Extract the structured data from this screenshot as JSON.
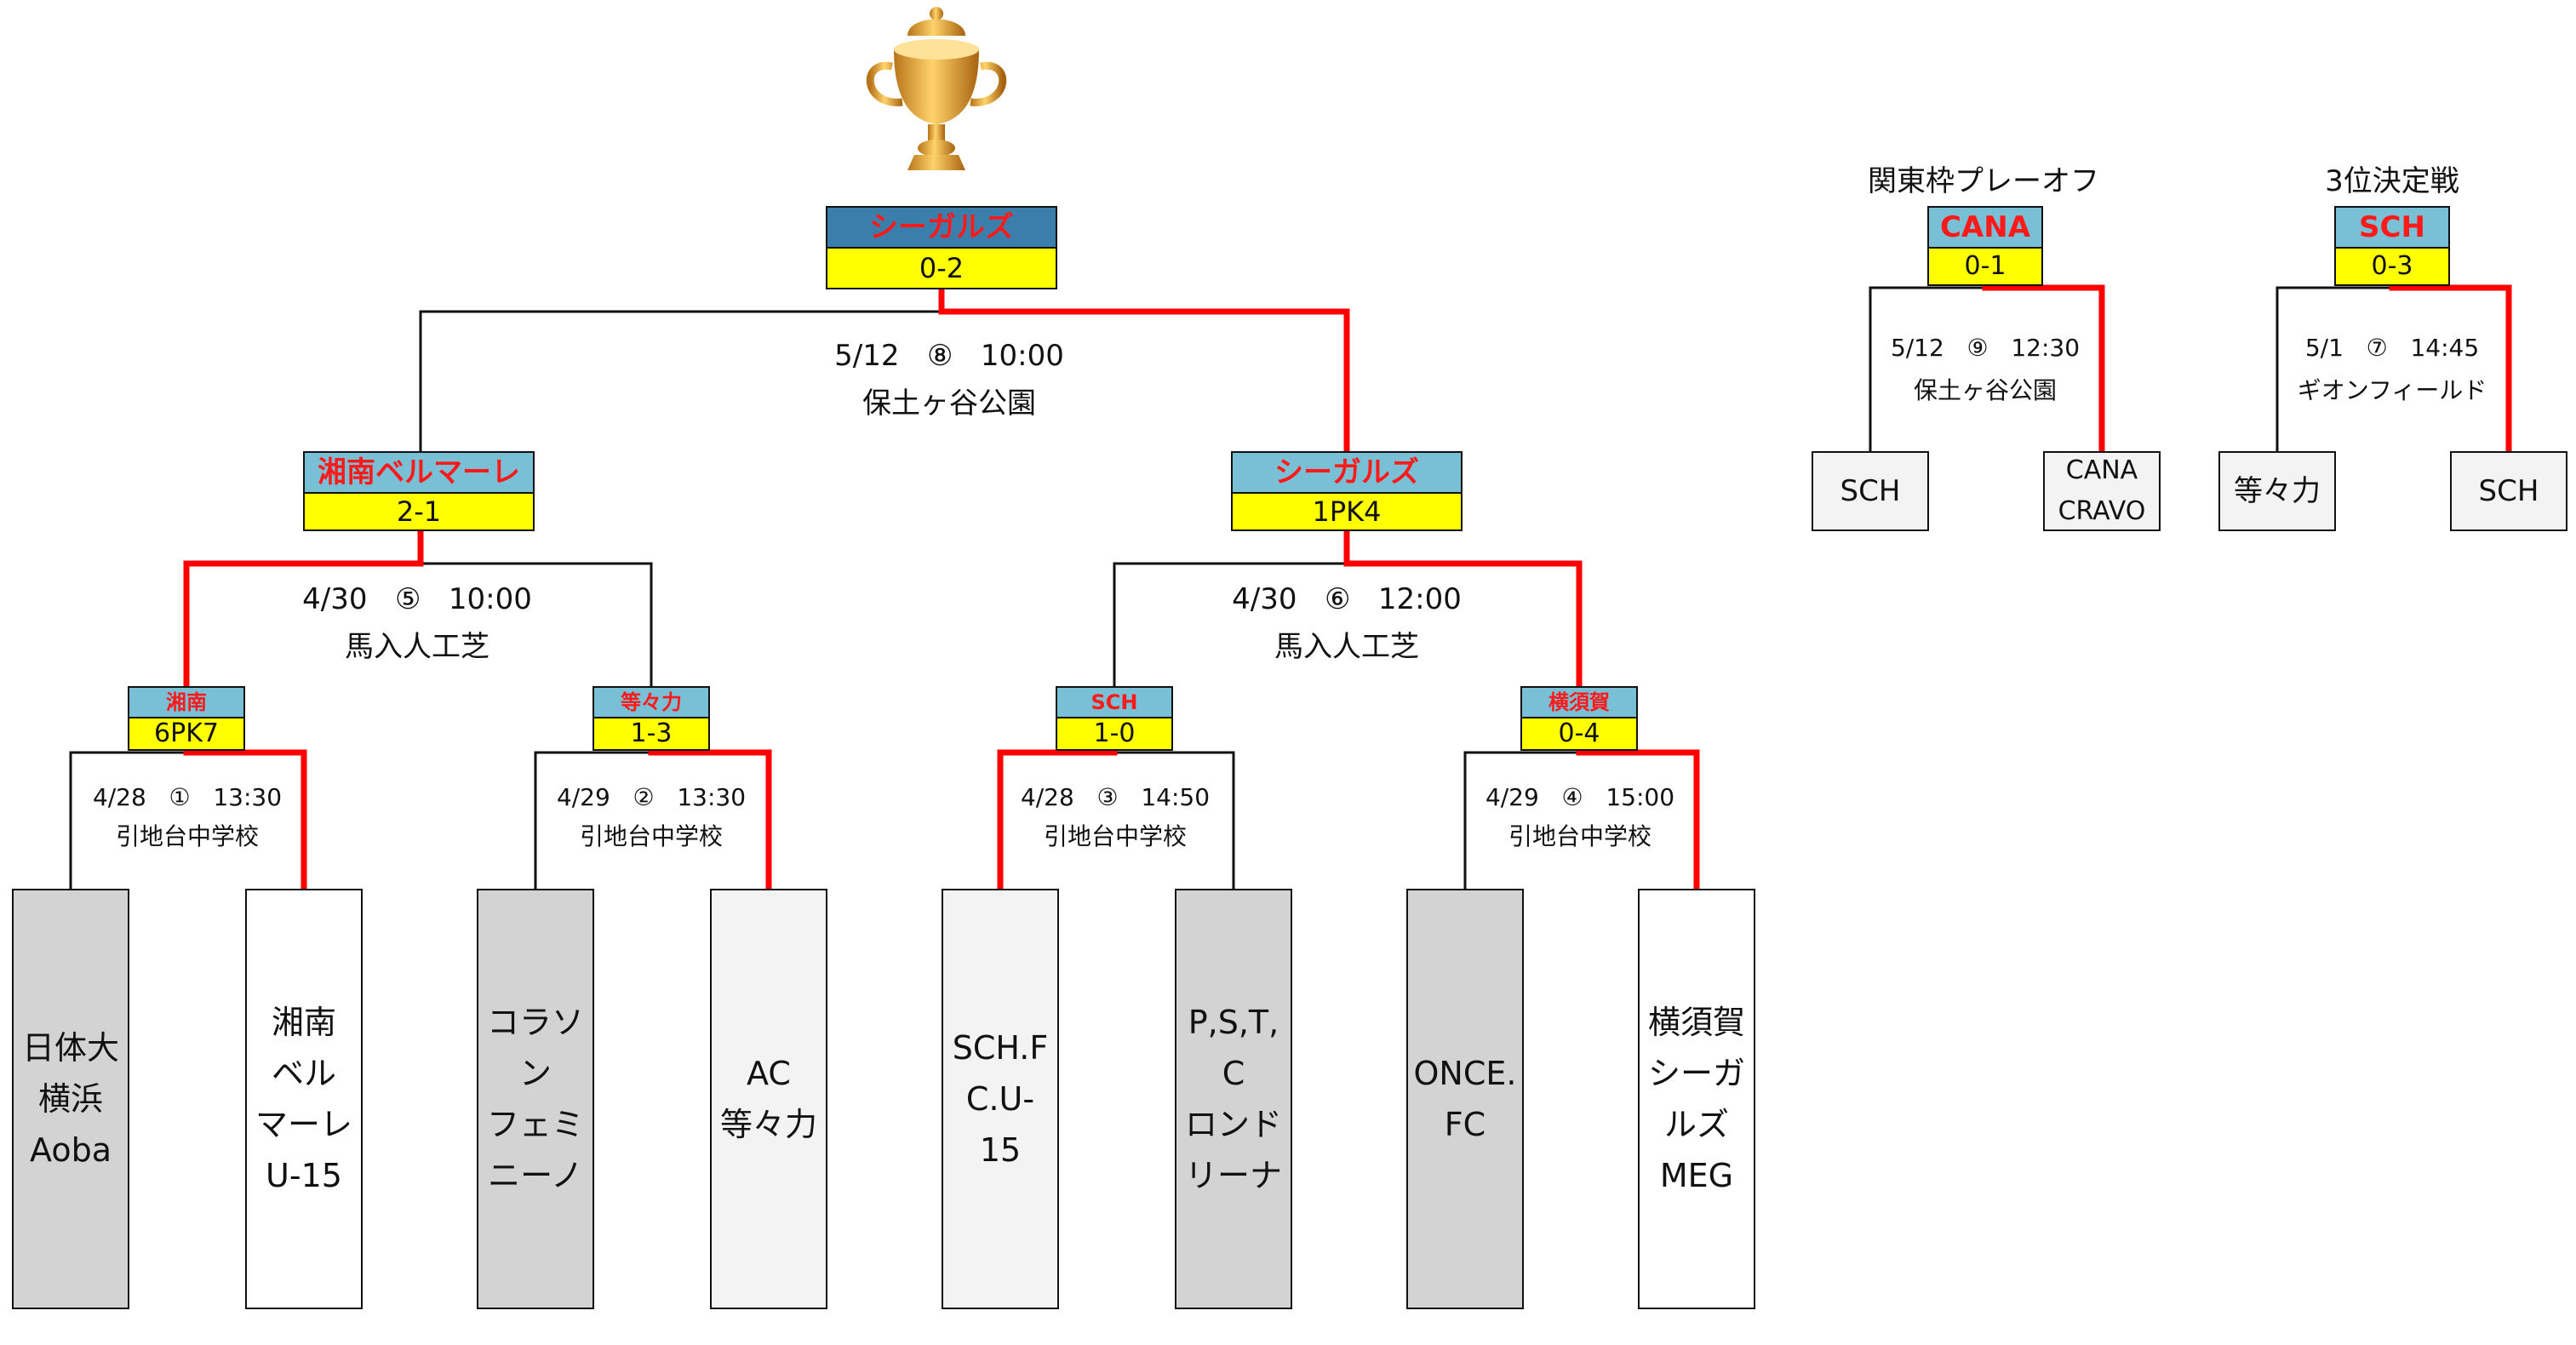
{
  "colors": {
    "winner_text": "#ff1a1a",
    "winner_line": "#ff0000",
    "label_blue": "#79c0d7",
    "label_dark_blue": "#3a7fab",
    "score_yellow": "#ffff00",
    "team_gray": "#d3d3d3",
    "team_light": "#f3f3f3",
    "line": "#111111"
  },
  "icons": {
    "trophy": "trophy-icon"
  },
  "final": {
    "winner": "シーガルズ",
    "score": "0-2",
    "date": "5/12",
    "no": "⑧",
    "time": "10:00",
    "venue": "保土ヶ谷公園"
  },
  "semis": [
    {
      "winner": "湘南ベルマーレ",
      "score": "2-1",
      "date": "4/30",
      "no": "⑤",
      "time": "10:00",
      "venue": "馬入人工芝"
    },
    {
      "winner": "シーガルズ",
      "score": "1PK4",
      "date": "4/30",
      "no": "⑥",
      "time": "12:00",
      "venue": "馬入人工芝"
    }
  ],
  "quarters": [
    {
      "winner": "湘南",
      "score": "6PK7",
      "date": "4/28",
      "no": "①",
      "time": "13:30",
      "venue": "引地台中学校"
    },
    {
      "winner": "等々力",
      "score": "1-3",
      "date": "4/29",
      "no": "②",
      "time": "13:30",
      "venue": "引地台中学校"
    },
    {
      "winner": "SCH",
      "score": "1-0",
      "date": "4/28",
      "no": "③",
      "time": "14:50",
      "venue": "引地台中学校"
    },
    {
      "winner": "横須賀",
      "score": "0-4",
      "date": "4/29",
      "no": "④",
      "time": "15:00",
      "venue": "引地台中学校"
    }
  ],
  "teams": [
    "日体大\n横浜\nAoba",
    "湘南\nベル\nマーレ\nU-15",
    "コラソ\nン\nフェミ\nニーノ",
    "AC\n等々力",
    "SCH.F\nC.U-\n15",
    "P,S,T,\nC\nロンド\nリーナ",
    "ONCE.\nFC",
    "横須賀\nシーガ\nルズ\nMEG"
  ],
  "playoff": {
    "title": "関東枠プレーオフ",
    "winner": "CANA",
    "score": "0-1",
    "date": "5/12",
    "no": "⑨",
    "time": "12:30",
    "venue": "保土ヶ谷公園",
    "teams": [
      "SCH",
      "CANA\nCRAVO"
    ]
  },
  "third_place": {
    "title": "3位決定戦",
    "winner": "SCH",
    "score": "0-3",
    "date": "5/1",
    "no": "⑦",
    "time": "14:45",
    "venue": "ギオンフィールド",
    "teams": [
      "等々力",
      "SCH"
    ]
  }
}
